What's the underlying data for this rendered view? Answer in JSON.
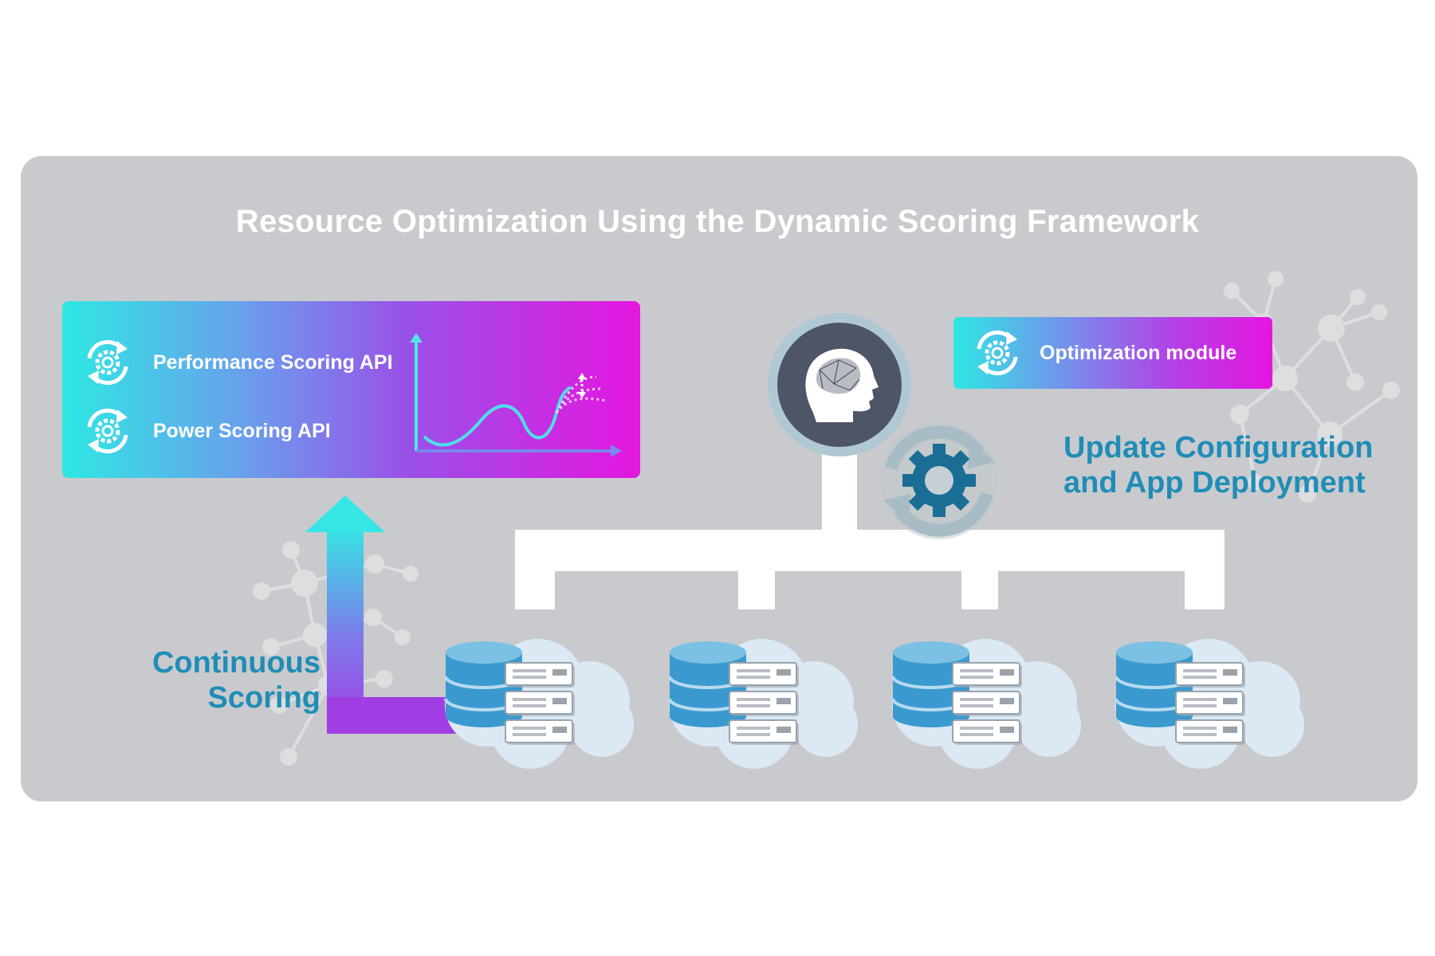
{
  "title": "Resource Optimization Using the Dynamic Scoring Framework",
  "api_box": {
    "items": [
      {
        "label": "Performance Scoring API",
        "icon": "refresh-gear-icon"
      },
      {
        "label": "Power Scoring API",
        "icon": "refresh-gear-icon"
      }
    ],
    "chart_icon": "score-curve-chart-icon"
  },
  "optimization": {
    "label": "Optimization module",
    "icon": "refresh-gear-icon"
  },
  "update_text": {
    "line1": "Update Configuration",
    "line2": "and App Deployment"
  },
  "continuous_text": {
    "line1": "Continuous",
    "line2": "Scoring"
  },
  "brain_icon": "ai-head-icon",
  "gear_cycle_icon": "gear-cycle-icon",
  "server_nodes": [
    {
      "icon": "cloud-database-server-icon"
    },
    {
      "icon": "cloud-database-server-icon"
    },
    {
      "icon": "cloud-database-server-icon"
    },
    {
      "icon": "cloud-database-server-icon"
    }
  ],
  "colors": {
    "panel": "#c9cacd",
    "accent_blue": "#1f8db7",
    "gradient_start": "#2ee8e3",
    "gradient_end": "#e516e0",
    "database": "#3a9ad0"
  }
}
